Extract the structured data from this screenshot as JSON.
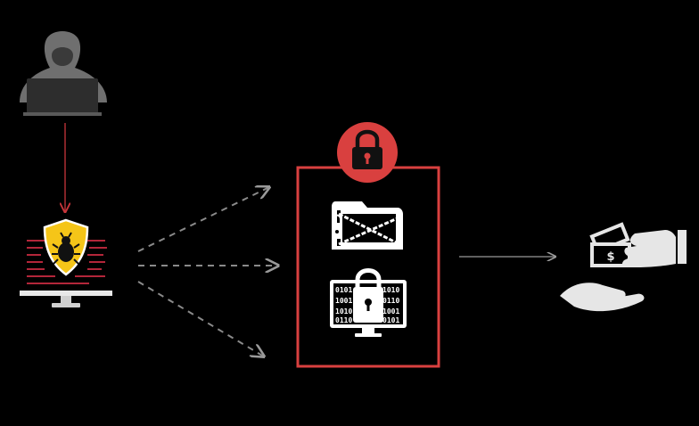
{
  "colors": {
    "background": "#000000",
    "accent_red": "#d9403f",
    "arrow_red": "#c8353a",
    "shield_yellow": "#f5c518",
    "icon_white": "#ffffff",
    "icon_grey": "#e6e6e6",
    "hacker_grey": "#6f6f6f",
    "arrow_grey": "#8a8a8a"
  },
  "nodes": [
    {
      "id": "attacker",
      "icon": "hooded-hacker-icon"
    },
    {
      "id": "infected-computer",
      "icon": "shield-bug-monitor-icon"
    },
    {
      "id": "encrypted-assets",
      "icon": "padlock-icon",
      "children": [
        "chained-folder-icon",
        "locked-binary-monitor-icon"
      ]
    },
    {
      "id": "ransom-payment",
      "icon": "hand-paying-cash-icon"
    }
  ],
  "edges": [
    {
      "from": "attacker",
      "to": "infected-computer",
      "style": "solid",
      "color": "red"
    },
    {
      "from": "infected-computer",
      "to": "encrypted-assets",
      "style": "dashed",
      "count": 3
    },
    {
      "from": "encrypted-assets",
      "to": "ransom-payment",
      "style": "solid",
      "color": "grey"
    }
  ]
}
